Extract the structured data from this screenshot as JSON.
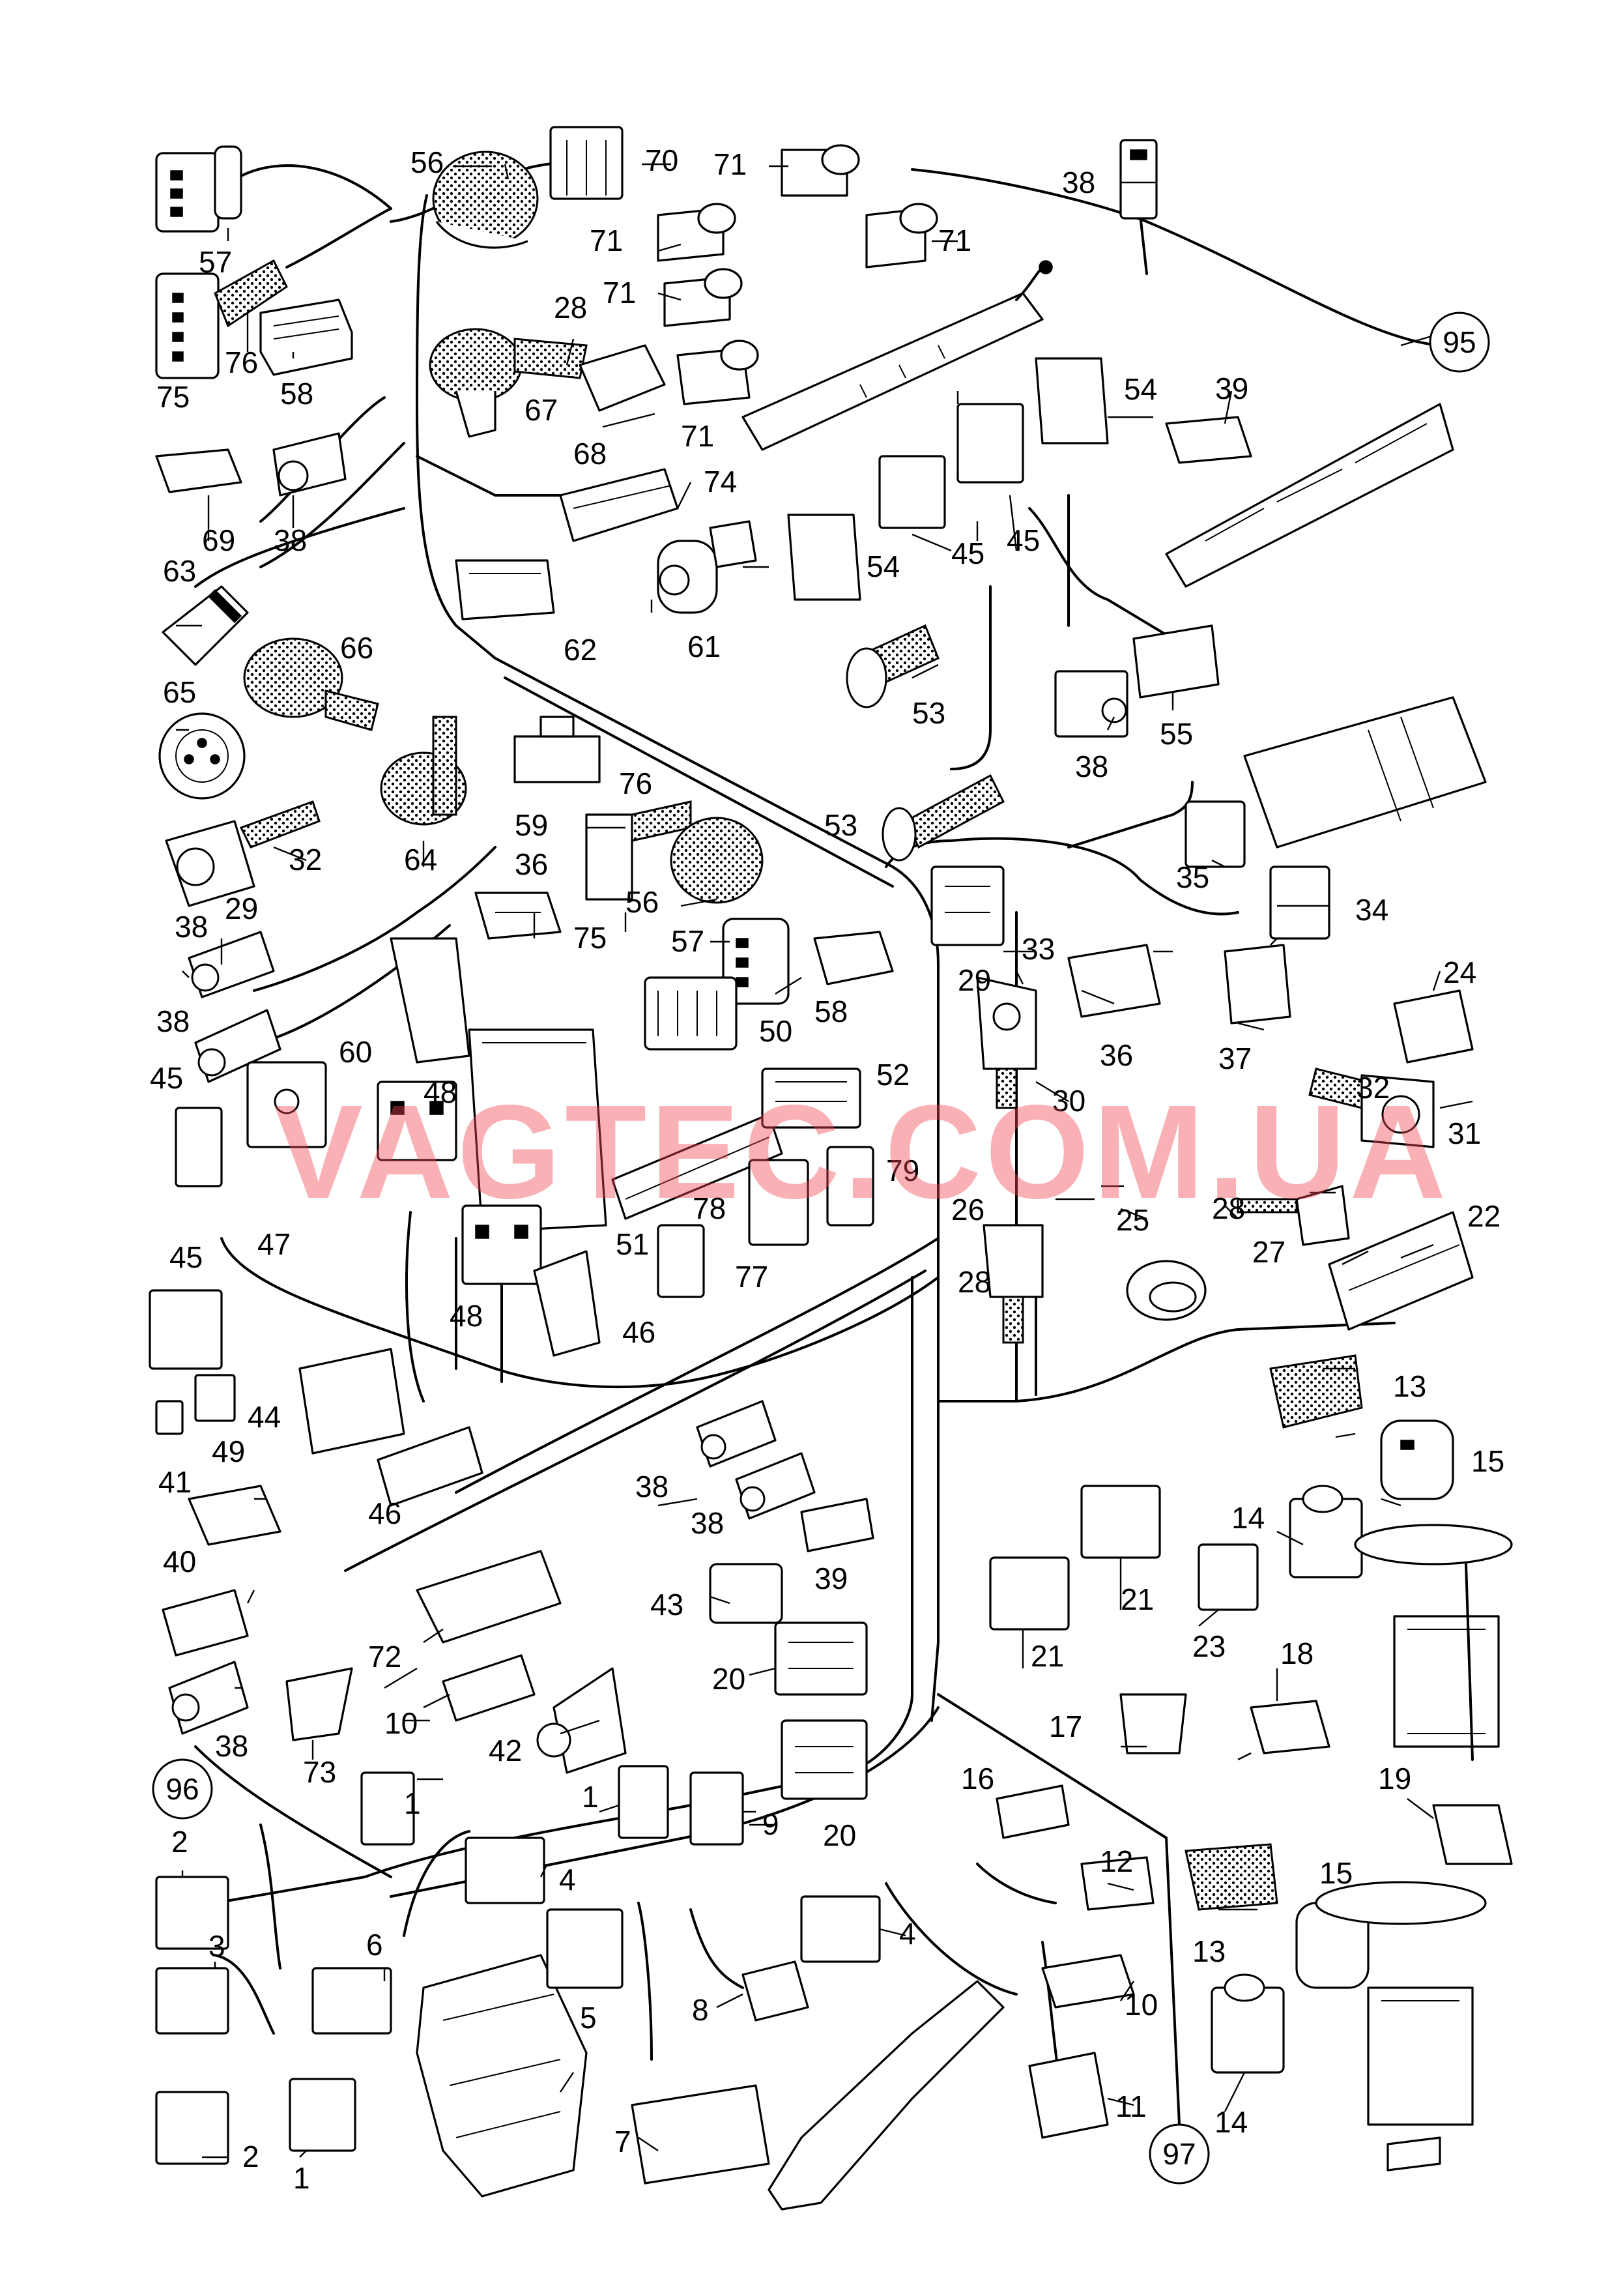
{
  "diagram": {
    "watermark": "VAGTEC.COM.UA",
    "callouts": [
      {
        "id": "c1",
        "text": "1"
      },
      {
        "id": "c2",
        "text": "1"
      },
      {
        "id": "c3",
        "text": "1"
      },
      {
        "id": "c4",
        "text": "2"
      },
      {
        "id": "c5",
        "text": "2"
      },
      {
        "id": "c6",
        "text": "3"
      },
      {
        "id": "c7",
        "text": "4"
      },
      {
        "id": "c8",
        "text": "4"
      },
      {
        "id": "c9",
        "text": "5"
      },
      {
        "id": "c10",
        "text": "6"
      },
      {
        "id": "c11",
        "text": "7"
      },
      {
        "id": "c12",
        "text": "8"
      },
      {
        "id": "c13",
        "text": "9"
      },
      {
        "id": "c14",
        "text": "10"
      },
      {
        "id": "c15",
        "text": "10"
      },
      {
        "id": "c16",
        "text": "11"
      },
      {
        "id": "c17",
        "text": "12"
      },
      {
        "id": "c18",
        "text": "13"
      },
      {
        "id": "c19",
        "text": "13"
      },
      {
        "id": "c20",
        "text": "14"
      },
      {
        "id": "c21",
        "text": "14"
      },
      {
        "id": "c22",
        "text": "15"
      },
      {
        "id": "c23",
        "text": "15"
      },
      {
        "id": "c24",
        "text": "16"
      },
      {
        "id": "c25",
        "text": "17"
      },
      {
        "id": "c26",
        "text": "18"
      },
      {
        "id": "c27",
        "text": "19"
      },
      {
        "id": "c28",
        "text": "20"
      },
      {
        "id": "c29",
        "text": "20"
      },
      {
        "id": "c30",
        "text": "21"
      },
      {
        "id": "c31",
        "text": "21"
      },
      {
        "id": "c32",
        "text": "22"
      },
      {
        "id": "c33",
        "text": "23"
      },
      {
        "id": "c34",
        "text": "24"
      },
      {
        "id": "c35",
        "text": "25"
      },
      {
        "id": "c36",
        "text": "26"
      },
      {
        "id": "c37",
        "text": "27"
      },
      {
        "id": "c38",
        "text": "28"
      },
      {
        "id": "c39",
        "text": "28"
      },
      {
        "id": "c40",
        "text": "28"
      },
      {
        "id": "c41",
        "text": "29"
      },
      {
        "id": "c42",
        "text": "29"
      },
      {
        "id": "c43",
        "text": "30"
      },
      {
        "id": "c44",
        "text": "31"
      },
      {
        "id": "c45",
        "text": "32"
      },
      {
        "id": "c46",
        "text": "32"
      },
      {
        "id": "c47",
        "text": "33"
      },
      {
        "id": "c48",
        "text": "34"
      },
      {
        "id": "c49",
        "text": "35"
      },
      {
        "id": "c50",
        "text": "36"
      },
      {
        "id": "c51",
        "text": "36"
      },
      {
        "id": "c52",
        "text": "37"
      },
      {
        "id": "c53",
        "text": "38"
      },
      {
        "id": "c54",
        "text": "38"
      },
      {
        "id": "c55",
        "text": "38"
      },
      {
        "id": "c56",
        "text": "38"
      },
      {
        "id": "c57",
        "text": "38"
      },
      {
        "id": "c58",
        "text": "38"
      },
      {
        "id": "c59",
        "text": "38"
      },
      {
        "id": "c60",
        "text": "38"
      },
      {
        "id": "c61",
        "text": "39"
      },
      {
        "id": "c62",
        "text": "39"
      },
      {
        "id": "c63",
        "text": "40"
      },
      {
        "id": "c64",
        "text": "41"
      },
      {
        "id": "c65",
        "text": "42"
      },
      {
        "id": "c66",
        "text": "43"
      },
      {
        "id": "c67",
        "text": "44"
      },
      {
        "id": "c68",
        "text": "45"
      },
      {
        "id": "c69",
        "text": "45"
      },
      {
        "id": "c70",
        "text": "45"
      },
      {
        "id": "c71",
        "text": "45"
      },
      {
        "id": "c72",
        "text": "46"
      },
      {
        "id": "c73",
        "text": "46"
      },
      {
        "id": "c74",
        "text": "47"
      },
      {
        "id": "c75",
        "text": "48"
      },
      {
        "id": "c76",
        "text": "48"
      },
      {
        "id": "c77",
        "text": "49"
      },
      {
        "id": "c78",
        "text": "50"
      },
      {
        "id": "c79",
        "text": "51"
      },
      {
        "id": "c80",
        "text": "52"
      },
      {
        "id": "c81",
        "text": "53"
      },
      {
        "id": "c82",
        "text": "53"
      },
      {
        "id": "c83",
        "text": "54"
      },
      {
        "id": "c84",
        "text": "54"
      },
      {
        "id": "c85",
        "text": "55"
      },
      {
        "id": "c86",
        "text": "56"
      },
      {
        "id": "c87",
        "text": "56"
      },
      {
        "id": "c88",
        "text": "57"
      },
      {
        "id": "c89",
        "text": "57"
      },
      {
        "id": "c90",
        "text": "58"
      },
      {
        "id": "c91",
        "text": "58"
      },
      {
        "id": "c92",
        "text": "59"
      },
      {
        "id": "c93",
        "text": "60"
      },
      {
        "id": "c94",
        "text": "61"
      },
      {
        "id": "c95",
        "text": "62"
      },
      {
        "id": "c96",
        "text": "63"
      },
      {
        "id": "c97",
        "text": "64"
      },
      {
        "id": "c98",
        "text": "65"
      },
      {
        "id": "c99",
        "text": "66"
      },
      {
        "id": "c100",
        "text": "67"
      },
      {
        "id": "c101",
        "text": "68"
      },
      {
        "id": "c102",
        "text": "69"
      },
      {
        "id": "c103",
        "text": "70"
      },
      {
        "id": "c104",
        "text": "71"
      },
      {
        "id": "c105",
        "text": "71"
      },
      {
        "id": "c106",
        "text": "71"
      },
      {
        "id": "c107",
        "text": "71"
      },
      {
        "id": "c108",
        "text": "71"
      },
      {
        "id": "c109",
        "text": "72"
      },
      {
        "id": "c110",
        "text": "73"
      },
      {
        "id": "c111",
        "text": "74"
      },
      {
        "id": "c112",
        "text": "75"
      },
      {
        "id": "c113",
        "text": "75"
      },
      {
        "id": "c114",
        "text": "76"
      },
      {
        "id": "c115",
        "text": "76"
      },
      {
        "id": "c116",
        "text": "77"
      },
      {
        "id": "c117",
        "text": "78"
      },
      {
        "id": "c118",
        "text": "79"
      }
    ],
    "circle_refs": [
      {
        "id": "r95",
        "text": "95"
      },
      {
        "id": "r96",
        "text": "96"
      },
      {
        "id": "r97",
        "text": "97"
      }
    ]
  }
}
